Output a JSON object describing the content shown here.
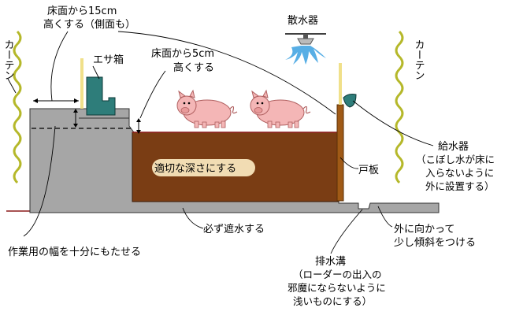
{
  "labels": {
    "floor_15cm_line1": "床面から15cm",
    "floor_15cm_line2": "高くする（側面も）",
    "sprinkler": "散水器",
    "feed_box": "エサ箱",
    "floor_5cm_line1": "床面から5cm",
    "floor_5cm_line2": "高くする",
    "curtain_left": "カーテン",
    "curtain_right": "カーテン",
    "proper_depth": "適切な深さにする",
    "door_board": "戸板",
    "waterer_line1": "給水器",
    "waterer_line2": "（こぼし水が床に",
    "waterer_line3": "入らないように",
    "waterer_line4": "外に設置する）",
    "waterproof": "必ず遮水する",
    "slope_line1": "外に向かって",
    "slope_line2": "少し傾斜をつける",
    "work_width": "作業用の幅を十分にもたせる",
    "drain_line1": "排水溝",
    "drain_line2": "（ローダーの出入の",
    "drain_line3": "邪魔にならないように",
    "drain_line4": "浅いものにする）"
  },
  "colors": {
    "concrete": "#a6a6a6",
    "bedding": "#7a3d14",
    "door_board": "#a05a16",
    "feed_box": "#2e7d7a",
    "curtain": "#b5b82a",
    "water_spray": "#3aa0e0",
    "pig_pink": "#f4b6b6",
    "label_bg": "#f1dcb3"
  },
  "icons": [
    "pig-icon",
    "sprinkler-icon",
    "waterer-icon",
    "feed-box-icon",
    "curtain-icon"
  ]
}
